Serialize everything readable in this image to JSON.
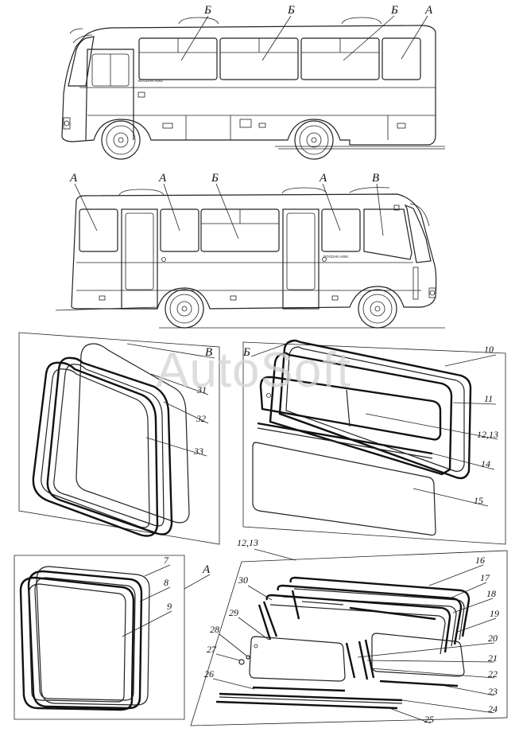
{
  "watermark": "AutoSoft",
  "bus_top_labels": [
    "Б",
    "Б",
    "Б",
    "А"
  ],
  "bus_bottom_labels": [
    "А",
    "А",
    "Б",
    "А",
    "В"
  ],
  "panel_v": {
    "view": "В",
    "callouts": [
      "31",
      "32",
      "33"
    ]
  },
  "panel_b": {
    "view": "Б",
    "callouts": [
      "10",
      "11",
      "12,13",
      "14",
      "15"
    ]
  },
  "panel_a": {
    "view": "А",
    "callouts": [
      "7",
      "8",
      "9"
    ]
  },
  "panel_detail": {
    "view": "12,13",
    "callouts": [
      "16",
      "17",
      "18",
      "19",
      "20",
      "21",
      "22",
      "23",
      "24",
      "25",
      "26",
      "27",
      "28",
      "29",
      "30"
    ]
  },
  "bus_brand_text": "BOGDAN A092"
}
